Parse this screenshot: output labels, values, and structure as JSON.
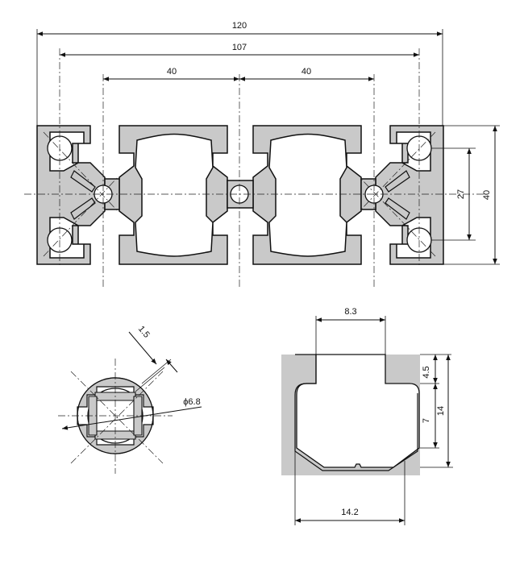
{
  "colors": {
    "profile_fill": "#c9c9c9",
    "line": "#111111",
    "background": "#ffffff"
  },
  "profile": {
    "dimensions": {
      "overall_width": "120",
      "hole_spacing": "107",
      "left_pitch": "40",
      "right_pitch": "40",
      "inner_height": "27",
      "overall_height": "40"
    }
  },
  "core_detail": {
    "dimensions": {
      "wall": "1.5",
      "bore": "ϕ6.8"
    }
  },
  "slot_detail": {
    "dimensions": {
      "opening": "8.3",
      "lip": "4.5",
      "inner_depth": "7",
      "total_depth": "14",
      "inner_width": "14.2"
    }
  }
}
